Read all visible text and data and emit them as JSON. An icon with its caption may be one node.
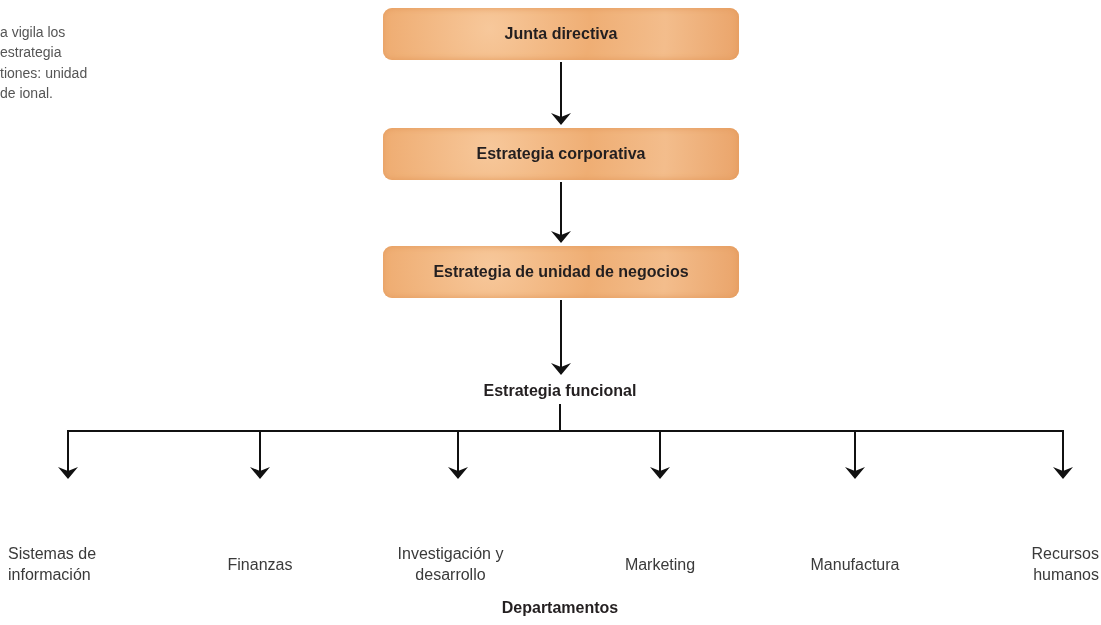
{
  "diagram": {
    "nodes": [
      {
        "text": [
          "Junta directiva"
        ]
      },
      {
        "text": [
          "Estrategia corporativa"
        ]
      },
      {
        "text": [
          "Estrategia de unidad de negocios"
        ]
      },
      {
        "text": [
          "Estrategia funcional"
        ]
      },
      {
        "text": [
          "Sistemas de información"
        ]
      },
      {
        "text": [
          "Finanzas"
        ]
      },
      {
        "text": [
          "Investigación y desarrollo"
        ]
      },
      {
        "text": [
          "Marketing"
        ]
      },
      {
        "text": [
          "Manufactura"
        ]
      },
      {
        "text": [
          "Recursos humanos"
        ]
      }
    ],
    "edges": [
      {
        "from": 0,
        "to": 1,
        "arrow": "to"
      },
      {
        "from": 1,
        "to": 2,
        "arrow": "to"
      },
      {
        "from": 2,
        "to": 3,
        "arrow": "to"
      },
      {
        "from": 3,
        "to": 4,
        "arrow": "to"
      },
      {
        "from": 3,
        "to": 5,
        "arrow": "to"
      },
      {
        "from": 3,
        "to": 6,
        "arrow": "to"
      },
      {
        "from": 3,
        "to": 7,
        "arrow": "to"
      },
      {
        "from": 3,
        "to": 8,
        "arrow": "to"
      },
      {
        "from": 3,
        "to": 9,
        "arrow": "to"
      }
    ],
    "labels": [
      "a vigila los estrategia tiones: unidad de ional.",
      "Departamentos"
    ]
  }
}
